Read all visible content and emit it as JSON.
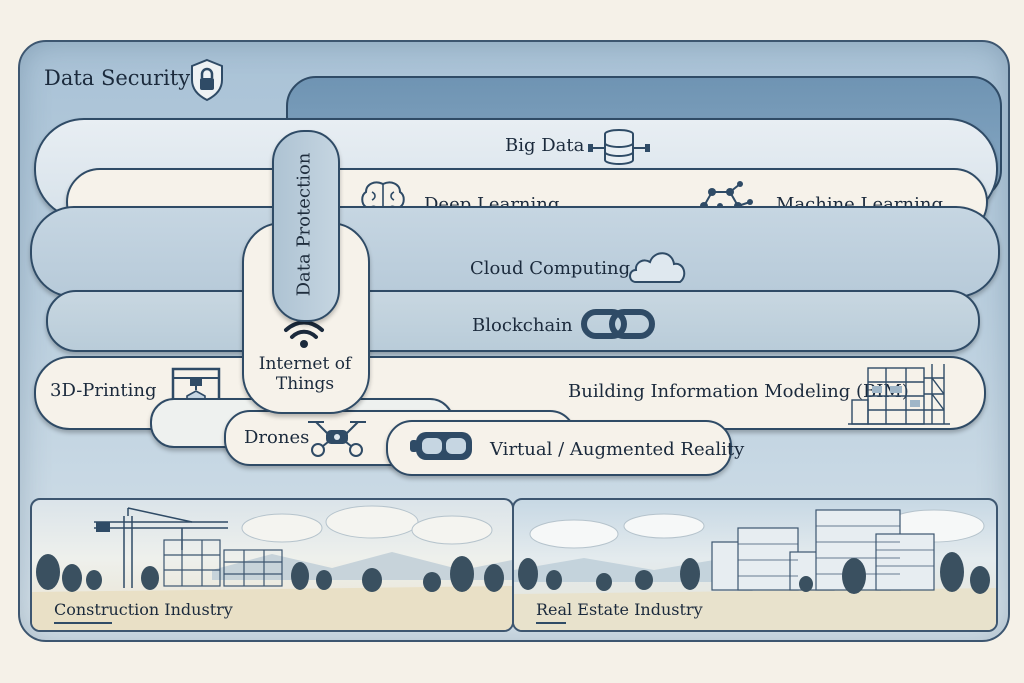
{
  "diagram": {
    "title": "Data Security",
    "layers": {
      "big_data": "Big Data",
      "deep_learning": "Deep Learning",
      "machine_learning": "Machine Learning",
      "cloud_computing": "Cloud Computing",
      "blockchain": "Blockchain",
      "printing_3d": "3D-Printing",
      "bim": "Building Information Modeling (BIM)",
      "drones": "Drones",
      "vr_ar": "Virtual / Augmented Reality",
      "data_protection": "Data Protection",
      "iot": "Internet of Things"
    },
    "industries": {
      "construction": "Construction Industry",
      "real_estate": "Real Estate Industry"
    },
    "icons": [
      "shield-lock-icon",
      "database-icon",
      "brain-icon",
      "network-icon",
      "cloud-icon",
      "chain-link-icon",
      "wifi-icon",
      "3d-printer-icon",
      "building-icon",
      "drone-icon",
      "vr-headset-icon"
    ],
    "colors": {
      "frame": "#3d5670",
      "band_light": "#f6f2ea",
      "band_blue": "#c6d6e2",
      "accent_dark": "#2f4b66"
    }
  }
}
